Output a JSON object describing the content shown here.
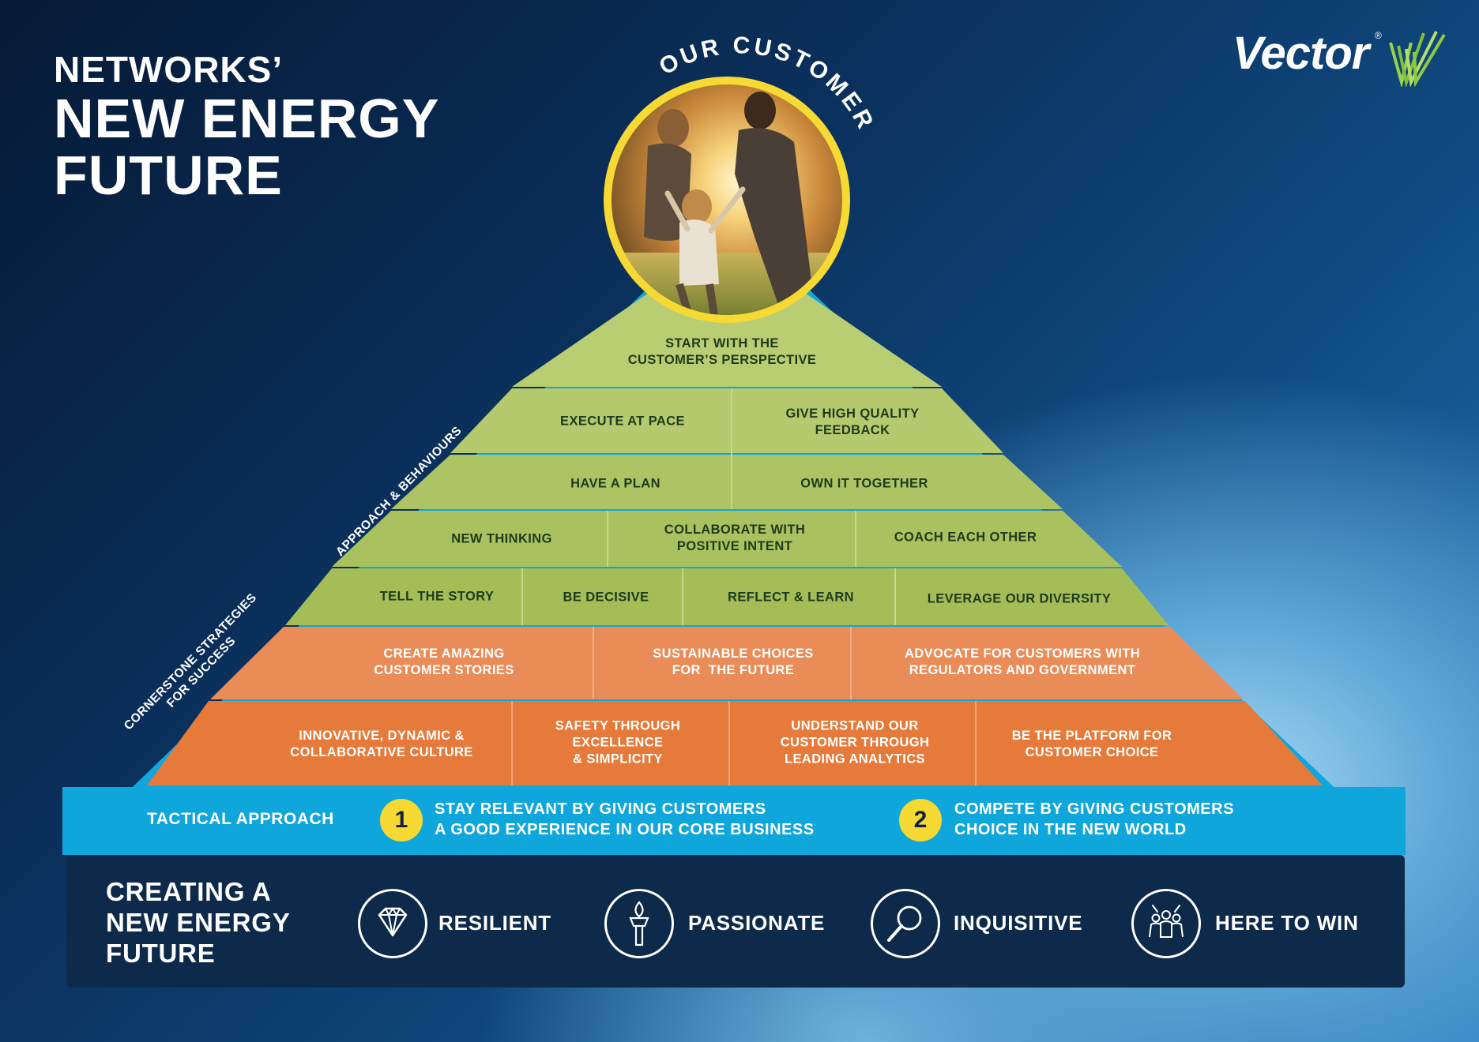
{
  "title": {
    "line1": "NETWORKS’",
    "line2": "NEW ENERGY",
    "line3": "FUTURE"
  },
  "logo": {
    "text": "Vector",
    "registered": "®"
  },
  "top": {
    "arc_label": "OUR CUSTOMER"
  },
  "side_labels": {
    "approach": "APPROACH & BEHAVIOURS",
    "cornerstone_line1": "CORNERSTONE STRATEGIES",
    "cornerstone_line2": "FOR SUCCESS"
  },
  "approach": {
    "row1": [
      "START WITH THE\nCUSTOMER’S PERSPECTIVE"
    ],
    "row2": [
      "EXECUTE AT PACE",
      "GIVE HIGH QUALITY\nFEEDBACK"
    ],
    "row3": [
      "HAVE A PLAN",
      "OWN IT TOGETHER"
    ],
    "row4": [
      "NEW THINKING",
      "COLLABORATE WITH\nPOSITIVE INTENT",
      "COACH EACH OTHER"
    ],
    "row5": [
      "TELL THE STORY",
      "BE DECISIVE",
      "REFLECT & LEARN",
      "LEVERAGE OUR DIVERSITY"
    ]
  },
  "cornerstone": {
    "row1": [
      "CREATE AMAZING\nCUSTOMER STORIES",
      "SUSTAINABLE CHOICES\nFOR  THE FUTURE",
      "ADVOCATE FOR CUSTOMERS WITH\nREGULATORS AND GOVERNMENT"
    ],
    "row2": [
      "INNOVATIVE, DYNAMIC &\nCOLLABORATIVE CULTURE",
      "SAFETY THROUGH\nEXCELLENCE\n& SIMPLICITY",
      "UNDERSTAND OUR\nCUSTOMER THROUGH\nLEADING ANALYTICS",
      "BE THE PLATFORM FOR\nCUSTOMER CHOICE"
    ]
  },
  "tactical": {
    "label": "TACTICAL APPROACH",
    "items": [
      {
        "number": "1",
        "text": "STAY RELEVANT BY GIVING CUSTOMERS\nA GOOD EXPERIENCE IN OUR CORE BUSINESS"
      },
      {
        "number": "2",
        "text": "COMPETE BY GIVING CUSTOMERS\nCHOICE IN THE NEW WORLD"
      }
    ]
  },
  "bottom": {
    "title": "CREATING A\nNEW ENERGY\nFUTURE",
    "values": [
      {
        "label": "RESILIENT",
        "icon": "diamond-icon"
      },
      {
        "label": "PASSIONATE",
        "icon": "torch-icon"
      },
      {
        "label": "INQUISITIVE",
        "icon": "magnifier-icon"
      },
      {
        "label": "HERE TO WIN",
        "icon": "team-icon"
      }
    ]
  },
  "colors": {
    "cyan": "#0fa6dc",
    "green_light": "#b5c96f",
    "green": "#a6bf5a",
    "orange_light": "#ea8c57",
    "orange": "#e67a3b",
    "navy": "#0d2a4a",
    "yellow": "#f6d933"
  }
}
